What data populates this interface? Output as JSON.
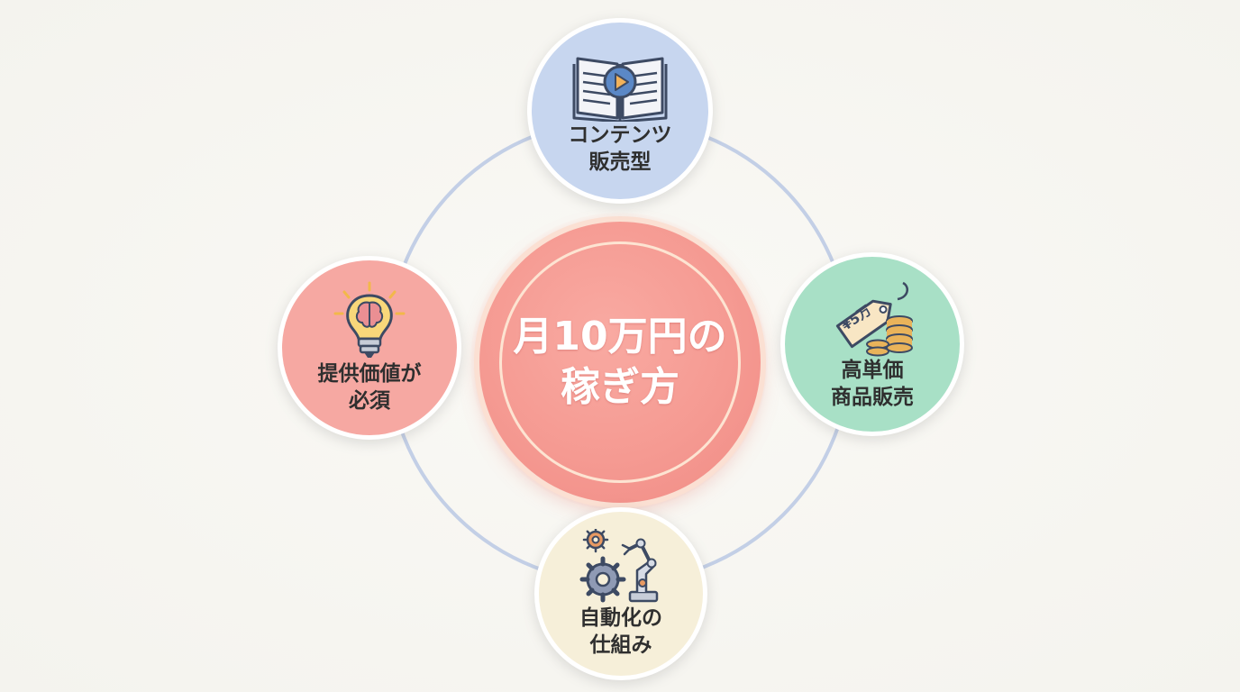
{
  "center": {
    "line1": "月10万円の",
    "line2": "稼ぎ方"
  },
  "nodes": {
    "top": {
      "line1": "コンテンツ",
      "line2": "販売型",
      "icon": "book-play-icon"
    },
    "right": {
      "line1": "高単価",
      "line2": "商品販売",
      "icon": "price-tag-coins-icon",
      "tag_text": "¥5万"
    },
    "left": {
      "line1": "提供価値が",
      "line2": "必須",
      "icon": "lightbulb-brain-icon"
    },
    "bottom": {
      "line1": "自動化の",
      "line2": "仕組み",
      "icon": "gear-robot-arm-icon"
    }
  },
  "colors": {
    "ring": "#c3cfe6",
    "center": "#f59a92",
    "top": "#c7d6ef",
    "right": "#a8e0c6",
    "left": "#f6a8a2",
    "bottom": "#f6efd9"
  }
}
